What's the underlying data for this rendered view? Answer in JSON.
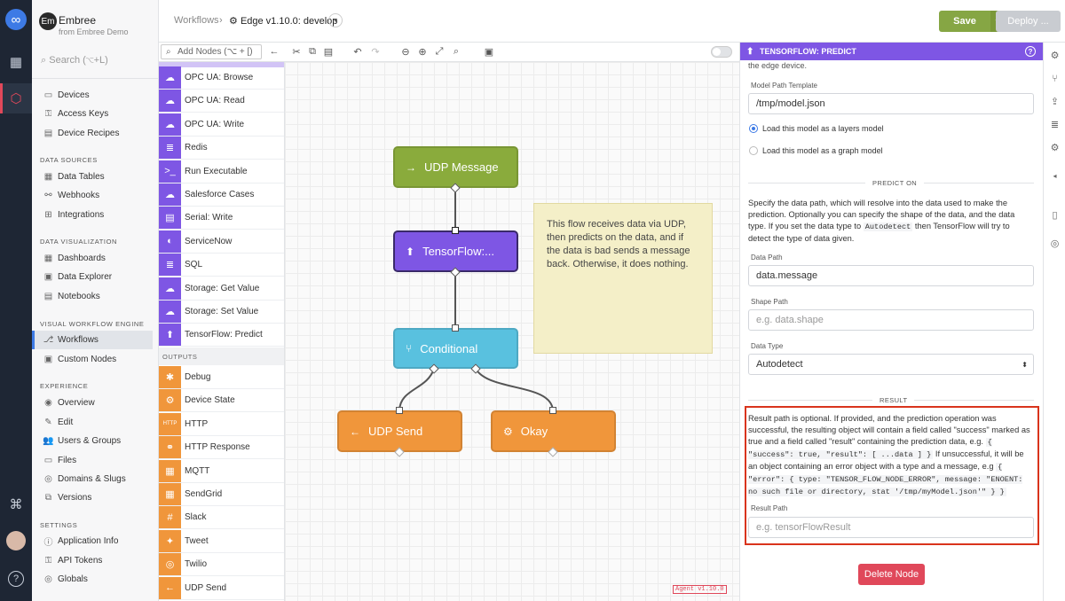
{
  "org": {
    "initials": "Em",
    "name": "Embree",
    "subtitle": "from Embree Demo"
  },
  "search": {
    "placeholder": "Search (⌥+L)"
  },
  "nav": {
    "top": [
      {
        "label": "Devices"
      },
      {
        "label": "Access Keys"
      },
      {
        "label": "Device Recipes"
      }
    ],
    "data_sources": {
      "title": "DATA SOURCES",
      "items": [
        {
          "label": "Data Tables"
        },
        {
          "label": "Webhooks"
        },
        {
          "label": "Integrations"
        }
      ]
    },
    "data_viz": {
      "title": "DATA VISUALIZATION",
      "items": [
        {
          "label": "Dashboards"
        },
        {
          "label": "Data Explorer"
        },
        {
          "label": "Notebooks"
        }
      ]
    },
    "vwe": {
      "title": "VISUAL WORKFLOW ENGINE",
      "items": [
        {
          "label": "Workflows"
        },
        {
          "label": "Custom Nodes"
        }
      ]
    },
    "experience": {
      "title": "EXPERIENCE",
      "items": [
        {
          "label": "Overview"
        },
        {
          "label": "Edit"
        },
        {
          "label": "Users & Groups"
        },
        {
          "label": "Files"
        },
        {
          "label": "Domains & Slugs"
        },
        {
          "label": "Versions"
        }
      ]
    },
    "settings": {
      "title": "SETTINGS",
      "items": [
        {
          "label": "Application Info"
        },
        {
          "label": "API Tokens"
        },
        {
          "label": "Globals"
        }
      ]
    }
  },
  "breadcrumb": {
    "root": "Workflows",
    "separator": "›",
    "current": "Edge v1.10.0: develop"
  },
  "actions": {
    "save": "Save",
    "deploy": "Deploy ..."
  },
  "toolbar": {
    "add_nodes_placeholder": "Add Nodes (⌥ + [)"
  },
  "palette": {
    "items": [
      {
        "label": "OPC UA: Browse",
        "color": "#7e56e4",
        "icon": "cloud-icon"
      },
      {
        "label": "OPC UA: Read",
        "color": "#7e56e4",
        "icon": "cloud-icon"
      },
      {
        "label": "OPC UA: Write",
        "color": "#7e56e4",
        "icon": "cloud-icon"
      },
      {
        "label": "Redis",
        "color": "#7e56e4",
        "icon": "database-icon"
      },
      {
        "label": "Run Executable",
        "color": "#7e56e4",
        "icon": "terminal-icon"
      },
      {
        "label": "Salesforce Cases",
        "color": "#7e56e4",
        "icon": "cloud-icon"
      },
      {
        "label": "Serial: Write",
        "color": "#7e56e4",
        "icon": "serial-icon"
      },
      {
        "label": "ServiceNow",
        "color": "#7e56e4",
        "icon": "servicenow-icon"
      },
      {
        "label": "SQL",
        "color": "#7e56e4",
        "icon": "database-icon"
      },
      {
        "label": "Storage: Get Value",
        "color": "#7e56e4",
        "icon": "cloud-download-icon"
      },
      {
        "label": "Storage: Set Value",
        "color": "#7e56e4",
        "icon": "cloud-upload-icon"
      },
      {
        "label": "TensorFlow: Predict",
        "color": "#7e56e4",
        "icon": "tensorflow-icon"
      }
    ],
    "outputs_title": "OUTPUTS",
    "outputs": [
      {
        "label": "Debug",
        "color": "#f0963b",
        "icon": "bug-icon"
      },
      {
        "label": "Device State",
        "color": "#f0963b",
        "icon": "gear-icon"
      },
      {
        "label": "HTTP",
        "color": "#f0963b",
        "icon": "http-icon"
      },
      {
        "label": "HTTP Response",
        "color": "#f0963b",
        "icon": "link-icon"
      },
      {
        "label": "MQTT",
        "color": "#f0963b",
        "icon": "mqtt-icon"
      },
      {
        "label": "SendGrid",
        "color": "#f0963b",
        "icon": "sendgrid-icon"
      },
      {
        "label": "Slack",
        "color": "#f0963b",
        "icon": "slack-icon"
      },
      {
        "label": "Tweet",
        "color": "#f0963b",
        "icon": "twitter-icon"
      },
      {
        "label": "Twilio",
        "color": "#f0963b",
        "icon": "twilio-icon"
      },
      {
        "label": "UDP Send",
        "color": "#f0963b",
        "icon": "arrow-left-icon"
      }
    ]
  },
  "nodes": {
    "udp_message": {
      "label": "UDP Message",
      "color": "#8aab3c"
    },
    "tensorflow": {
      "label": "TensorFlow:...",
      "color": "#7e56e4"
    },
    "conditional": {
      "label": "Conditional",
      "color": "#59c1df"
    },
    "udp_send": {
      "label": "UDP Send",
      "color": "#f0963b"
    },
    "okay": {
      "label": "Okay",
      "color": "#f0963b"
    }
  },
  "note": {
    "text": "This flow receives data via UDP, then predicts on the data, and if the data is bad sends a message back. Otherwise, it does nothing."
  },
  "agent_badge": "Agent v1.10.0",
  "panel": {
    "title": "TENSORFLOW: PREDICT",
    "top_fragment": "the edge device.",
    "model_path_label": "Model Path Template",
    "model_path_value": "/tmp/model.json",
    "radio_layers": "Load this model as a layers model",
    "radio_graph": "Load this model as a graph model",
    "predict_on_title": "PREDICT ON",
    "predict_desc_1": "Specify the data path, which will resolve into the data used to make the prediction. Optionally you can specify the shape of the data, and the data type. If you set the data type to ",
    "predict_desc_code": "Autodetect",
    "predict_desc_2": " then TensorFlow will try to detect the type of data given.",
    "data_path_label": "Data Path",
    "data_path_value": "data.message",
    "shape_path_label": "Shape Path",
    "shape_path_placeholder": "e.g. data.shape",
    "data_type_label": "Data Type",
    "data_type_value": "Autodetect",
    "result_title": "RESULT",
    "result_desc_1": "Result path is optional. If provided, and the prediction operation was successful, the resulting object will contain a field called \"success\" marked as true and a field called \"result\" containing the prediction data, e.g. ",
    "result_code_1": "{ \"success\": true, \"result\": [ ...data ] }",
    "result_desc_2": " If unsuccessful, it will be an object containing an error object with a type and a message, e.g ",
    "result_code_2": "{ \"error\": { type: \"TENSOR_FLOW_NODE_ERROR\", message: \"ENOENT: no such file or directory, stat '/tmp/myModel.json'\" } }",
    "result_path_label": "Result Path",
    "result_path_placeholder": "e.g. tensorFlowResult",
    "delete": "Delete Node"
  }
}
